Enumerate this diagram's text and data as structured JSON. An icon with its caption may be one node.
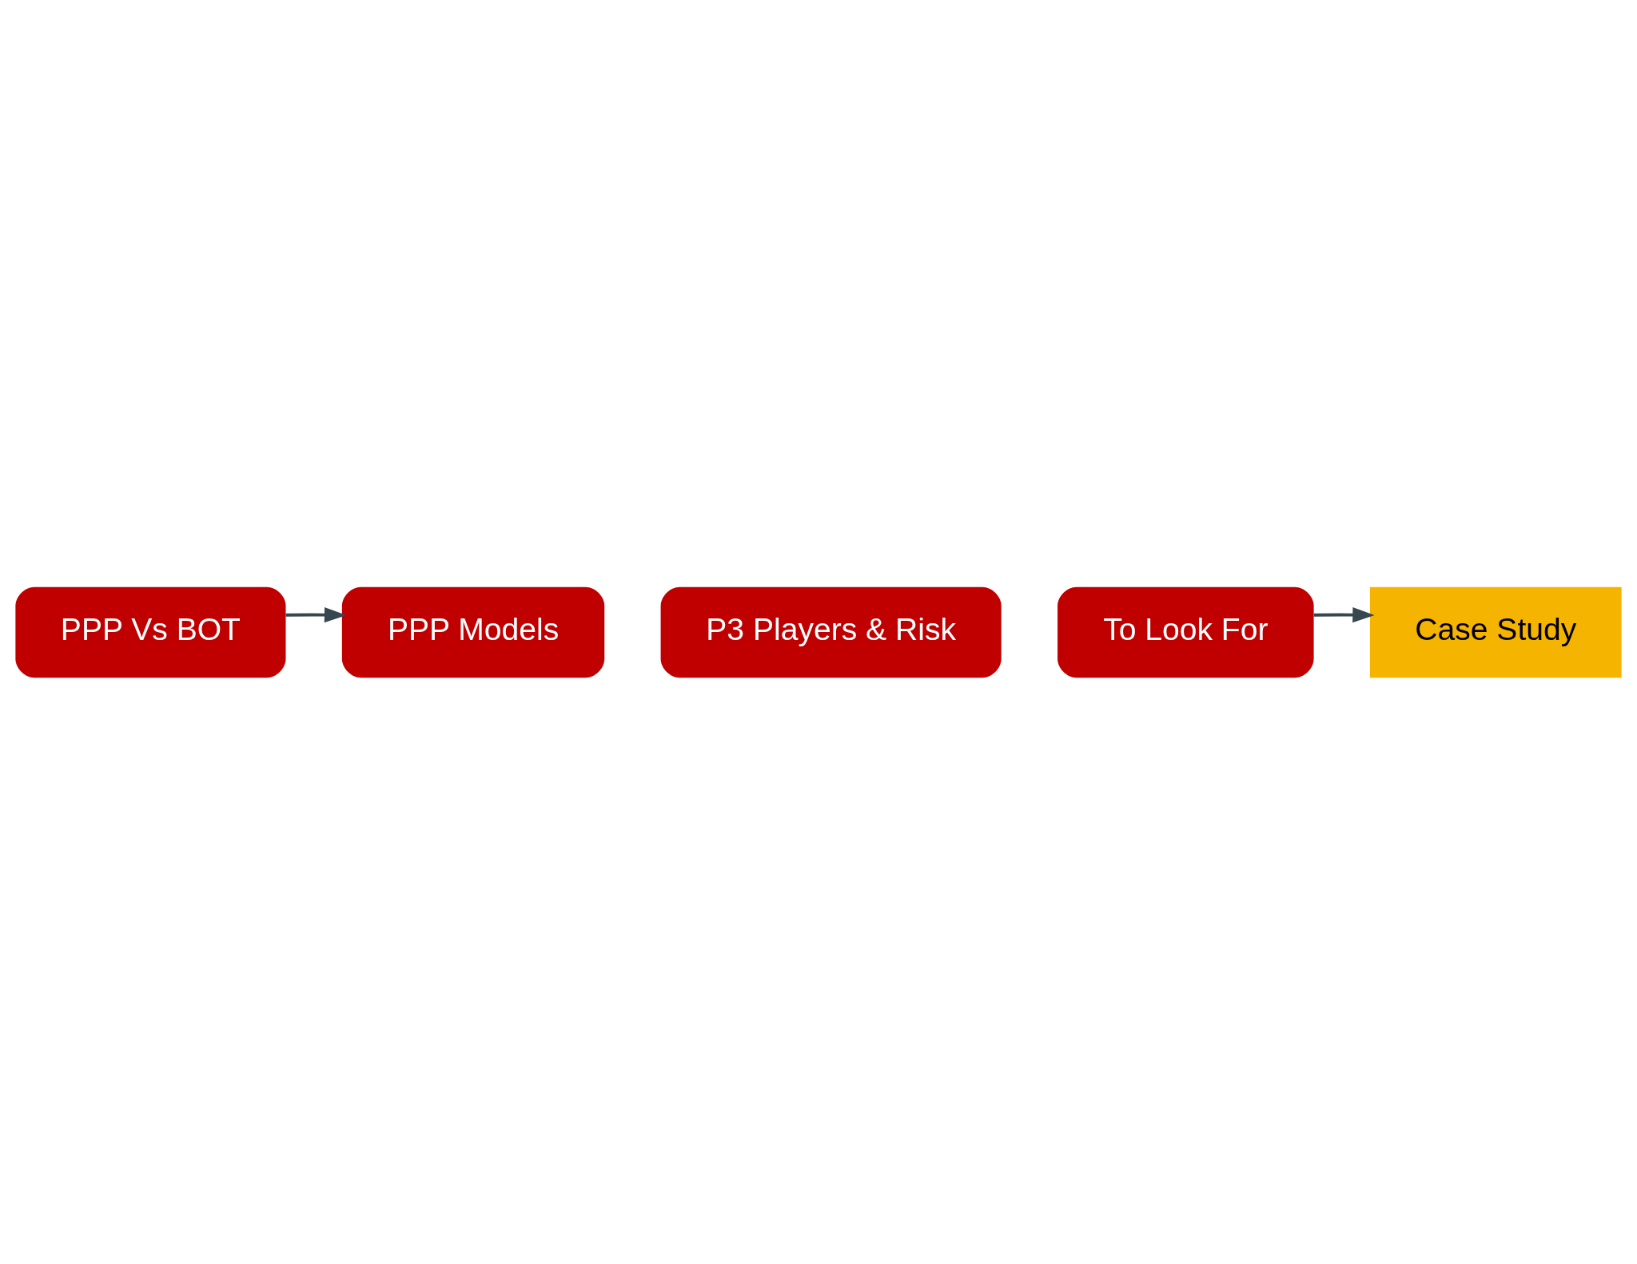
{
  "diagram": {
    "nodes": [
      {
        "text": [
          "PPP Vs BOT"
        ]
      },
      {
        "text": [
          "PPP Models"
        ]
      },
      {
        "text": [
          "P3 Players & Risk"
        ]
      },
      {
        "text": [
          "To Look For"
        ]
      },
      {
        "text": [
          "Case Study"
        ]
      }
    ],
    "edges": [
      {
        "from": 0,
        "to": 1,
        "arrow": "to"
      },
      {
        "from": 3,
        "to": 4,
        "arrow": "to"
      }
    ]
  }
}
